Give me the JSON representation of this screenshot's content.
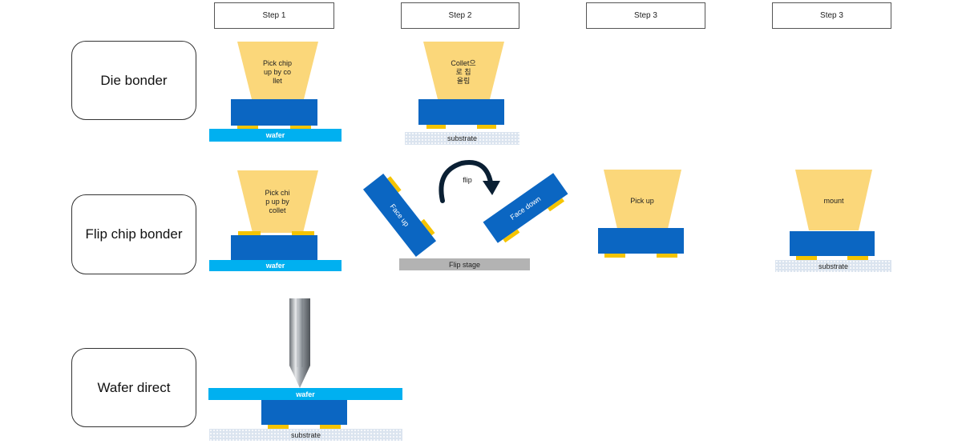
{
  "steps": [
    "Step 1",
    "Step 2",
    "Step 3",
    "Step 3"
  ],
  "rows": [
    "Die bonder",
    "Flip chip bonder",
    "Wafer direct"
  ],
  "labels": {
    "wafer": "wafer",
    "substrate": "substrate",
    "flip_stage": "Flip stage",
    "flip": "flip",
    "face_up": "Face up",
    "face_down": "Face down",
    "die_step1_collet": "Pick chip\nup by co\nllet",
    "die_step2_collet": "Collet으\n로 칩\n올림",
    "flip_step1_collet": "Pick  chi\np up  by\ncollet",
    "flip_step3_collet": "Pick up",
    "flip_step4_collet": "mount"
  },
  "colors": {
    "collet": "#fbd77a",
    "chip": "#0b66c2",
    "pad": "#f5c400",
    "wafer": "#00b0f0",
    "substrate": "#dbe4ef",
    "stage": "#b3b3b3"
  }
}
